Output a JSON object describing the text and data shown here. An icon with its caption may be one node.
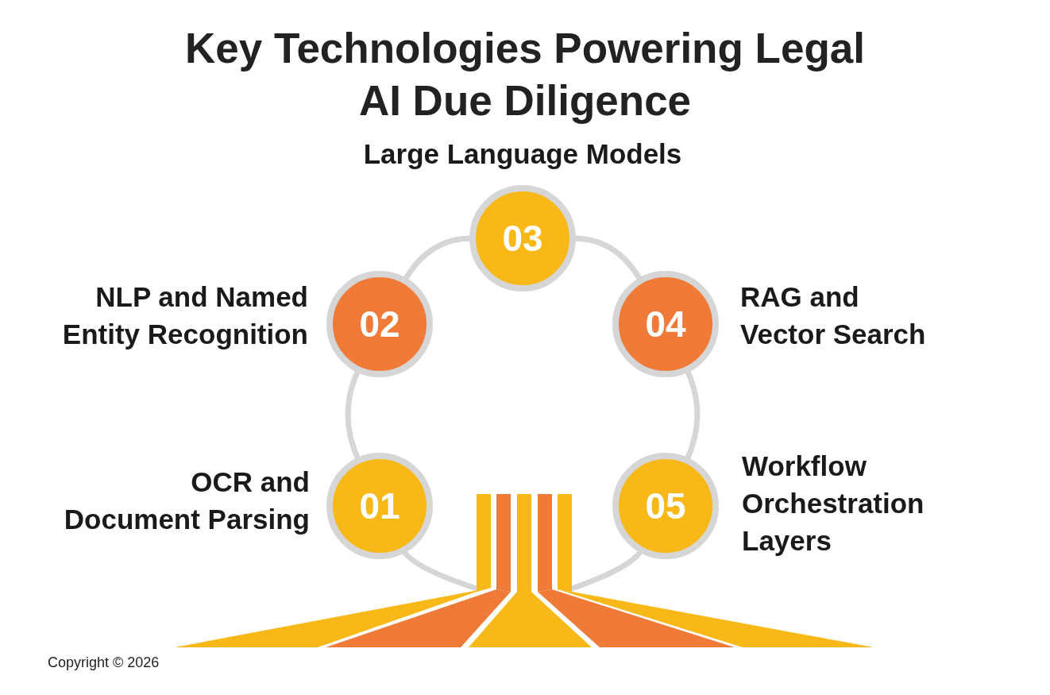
{
  "diagram": {
    "title": "Key Technologies Powering Legal AI Due Diligence",
    "nodes": [
      {
        "text": [
          "01"
        ],
        "beside": [
          "OCR and Document Parsing"
        ]
      },
      {
        "text": [
          "02"
        ],
        "beside": [
          "NLP and Named Entity Recognition"
        ]
      },
      {
        "text": [
          "03"
        ],
        "beside": [
          "Large Language Models"
        ]
      },
      {
        "text": [
          "04"
        ],
        "beside": [
          "RAG and Vector Search"
        ]
      },
      {
        "text": [
          "05"
        ],
        "beside": [
          "Workflow Orchestration Layers"
        ]
      },
      {
        "text": [],
        "shape": "road"
      }
    ],
    "edges": [
      {
        "from": 0,
        "to": 1,
        "arrow": "none"
      },
      {
        "from": 1,
        "to": 2,
        "arrow": "none"
      },
      {
        "from": 2,
        "to": 3,
        "arrow": "none"
      },
      {
        "from": 3,
        "to": 4,
        "arrow": "none"
      },
      {
        "from": 0,
        "to": 5,
        "arrow": "none"
      },
      {
        "from": 4,
        "to": 5,
        "arrow": "none"
      }
    ],
    "labels": [
      "Copyright © 2026"
    ]
  }
}
